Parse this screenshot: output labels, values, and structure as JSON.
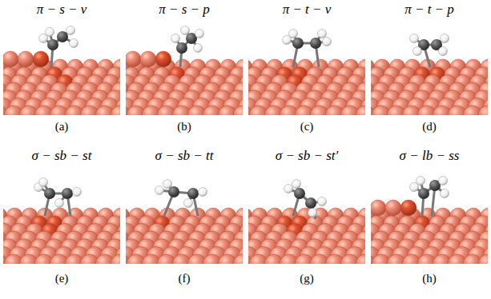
{
  "diagram": {
    "labels": [
      "π − s − v",
      "π − s − p",
      "π − t − v",
      "π − t − p",
      "(a)",
      "(b)",
      "(c)",
      "(d)",
      "σ − sb − st",
      "σ − sb − tt",
      "σ − sb − st′",
      "σ − lb − ss",
      "(e)",
      "(f)",
      "(g)",
      "(h)"
    ]
  }
}
